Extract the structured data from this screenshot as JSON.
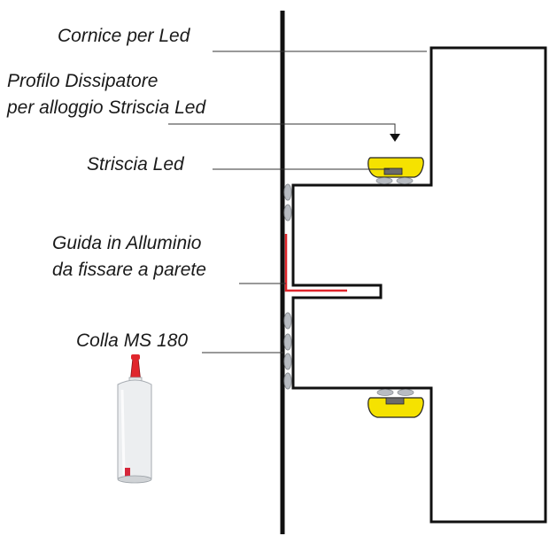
{
  "labels": {
    "cornice": "Cornice per Led",
    "profilo_line1": "Profilo Dissipatore",
    "profilo_line2": "per alloggio Striscia Led",
    "striscia": "Striscia Led",
    "guida_line1": "Guida in Alluminio",
    "guida_line2": "da fissare a parete",
    "colla": "Colla MS 180"
  },
  "colors": {
    "wall": "#111111",
    "frame_outline": "#111111",
    "rail": "#e0262c",
    "led_profile": "#f5e200",
    "glue_dot": "#b8bcc2",
    "glue_tube": "#e9ecef",
    "glue_nozzle": "#e0262c"
  }
}
